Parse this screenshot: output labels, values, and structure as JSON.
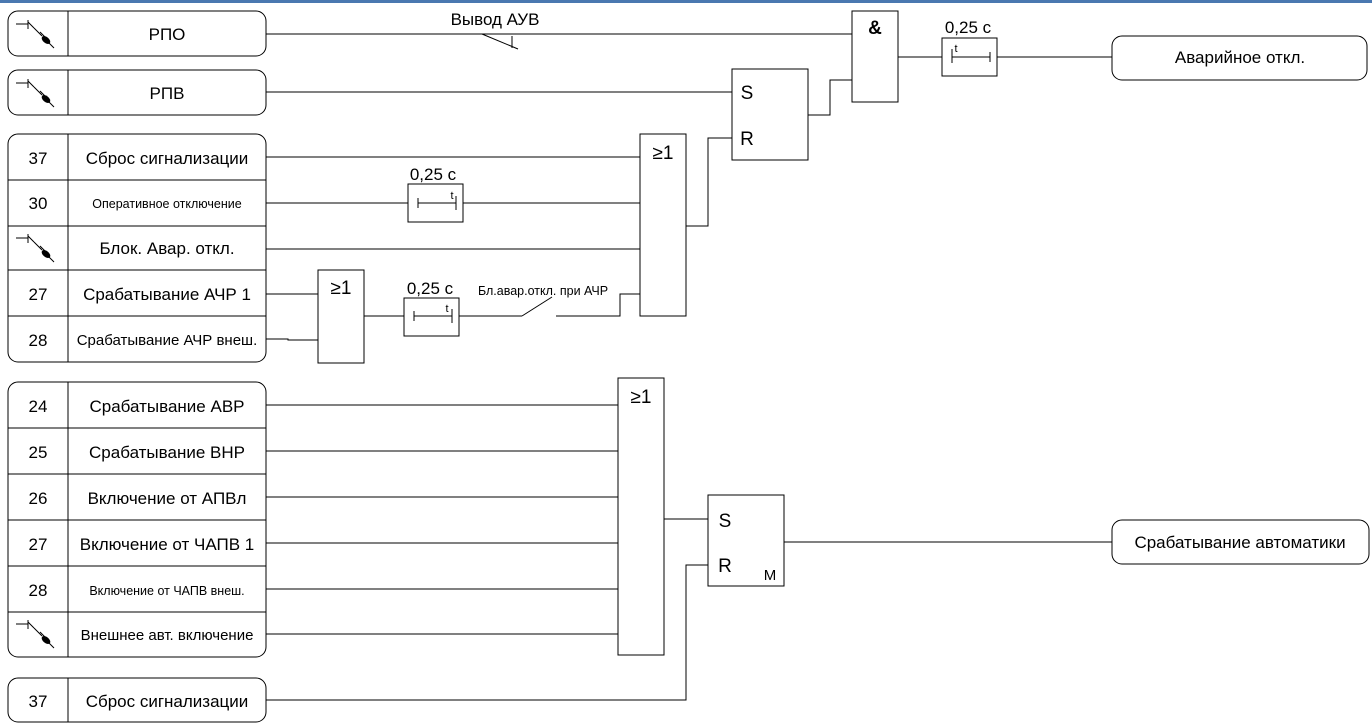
{
  "inputs": [
    {
      "num": "",
      "icon": "plug-icon",
      "label": "РПО"
    },
    {
      "num": "",
      "icon": "plug-icon",
      "label": "РПВ"
    },
    {
      "num": "37",
      "label": "Сброс сигнализации"
    },
    {
      "num": "30",
      "label": "Оперативное отключение"
    },
    {
      "num": "",
      "icon": "plug-icon",
      "label": "Блок. Авар. откл."
    },
    {
      "num": "27",
      "label": "Срабатывание АЧР 1"
    },
    {
      "num": "28",
      "label": "Срабатывание АЧР внеш."
    },
    {
      "num": "24",
      "label": "Срабатывание АВР"
    },
    {
      "num": "25",
      "label": "Срабатывание ВНР"
    },
    {
      "num": "26",
      "label": "Включение от АПВл"
    },
    {
      "num": "27",
      "label": "Включение от ЧАПВ 1"
    },
    {
      "num": "28",
      "label": "Включение от ЧАПВ внеш."
    },
    {
      "num": "",
      "icon": "plug-icon",
      "label": "Внешнее авт. включение"
    },
    {
      "num": "37",
      "label": "Сброс сигнализации"
    }
  ],
  "switches": {
    "auv": "Вывод АУВ",
    "achr": "Бл.авар.откл. при АЧР"
  },
  "timers": {
    "delay_label": "0,25 с",
    "t_symbol": "t"
  },
  "gates": {
    "or_symbol": "≥1",
    "and_symbol": "&",
    "set": "S",
    "reset": "R",
    "memory": "M"
  },
  "outputs": {
    "emergency": "Аварийное откл.",
    "automation": "Срабатывание автоматики"
  },
  "colors": {
    "top_line": "#4a78b0"
  }
}
